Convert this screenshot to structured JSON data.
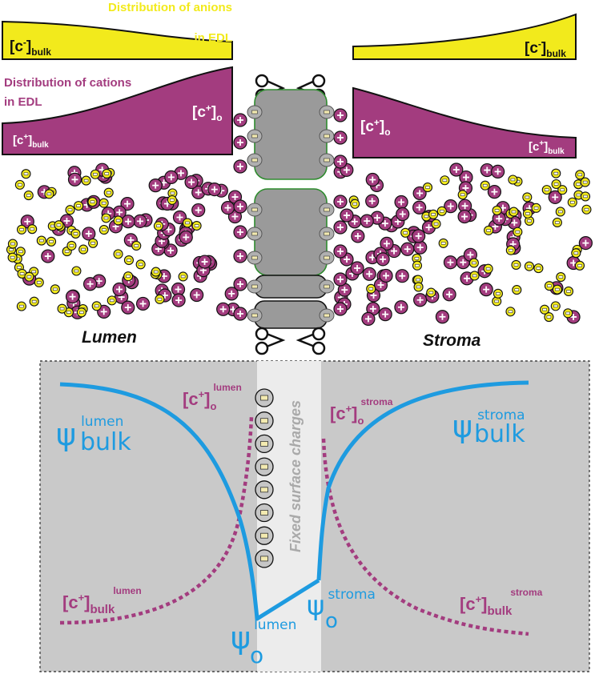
{
  "colors": {
    "anion": "#f2ea1c",
    "cation": "#a33c7f",
    "potential": "#1e9be0",
    "membrane_protein": "#9a9a9a",
    "panel": "#c9c9c9",
    "surface_band": "#ececec"
  },
  "top": {
    "anion_title_line1": "Distribution of anions",
    "anion_title_line2": "in EDL",
    "cation_title_line1": "Distribution of cations",
    "cation_title_line2": "in EDL",
    "conc_symbol_anion": "[c",
    "anion_sup": "-",
    "cation_sup": "+",
    "bracket_close": "]",
    "bulk_sub": "bulk",
    "surface_sub": "o",
    "lumen_label": "Lumen",
    "stroma_label": "Stroma"
  },
  "bottom": {
    "fixed_charges_label": "Fixed surface charges",
    "psi_symbol": "ψ",
    "bulk_sub": "bulk",
    "surface_sub": "o",
    "lumen_sup": "lumen",
    "stroma_sup": "stroma",
    "conc_open": "[c",
    "cation_sup": "+",
    "bracket_close": "]"
  },
  "icons": {
    "cation_ion": "plus-circle-icon",
    "anion_ion": "minus-circle-icon",
    "fixed_charge": "minus-circle-icon"
  }
}
